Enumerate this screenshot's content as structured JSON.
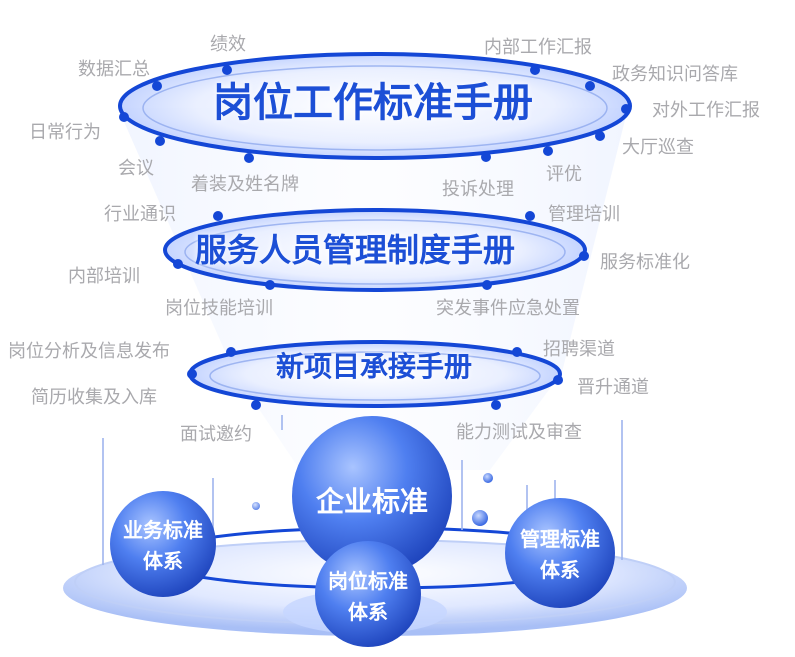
{
  "rings": {
    "top": "岗位工作标准手册",
    "middle": "服务人员管理制度手册",
    "bottom": "新项目承接手册"
  },
  "labels": {
    "jixiao": "绩效",
    "shuju_huizong": "数据汇总",
    "neibu_gongzuo_huibao": "内部工作汇报",
    "zhengwu_zhishi": "政务知识问答库",
    "duiwai_gongzuo_huibao": "对外工作汇报",
    "richang_xingwei": "日常行为",
    "dating_xuncha": "大厅巡查",
    "huiyi": "会议",
    "pingyou": "评优",
    "zhuozhuang": "着装及姓名牌",
    "tousu_chuli": "投诉处理",
    "hangye_tongshi": "行业通识",
    "guanli_peixun": "管理培训",
    "neibu_peixun": "内部培训",
    "fuwu_biaozhunhua": "服务标准化",
    "gangwei_jineng": "岗位技能培训",
    "tufa_shijian": "突发事件应急处置",
    "gangwei_fenxi": "岗位分析及信息发布",
    "zhaopin_qudao": "招聘渠道",
    "jianli_shouji": "简历收集及入库",
    "jinsheng_tongdao": "晋升通道",
    "mianshi_yaoyue": "面试邀约",
    "nengli_ceshi": "能力测试及审查"
  },
  "spheres": {
    "center": "企业标准",
    "left_l1": "业务标准",
    "left_l2": "体系",
    "bottom_l1": "岗位标准",
    "bottom_l2": "体系",
    "right_l1": "管理标准",
    "right_l2": "体系"
  },
  "colors": {
    "ring_stroke": "#1447d6",
    "ring_title": "#1c4fd6",
    "label_gray": "#a9a9ad",
    "sphere_light": "#7aa6ff",
    "sphere_dark": "#1f4fd8"
  }
}
